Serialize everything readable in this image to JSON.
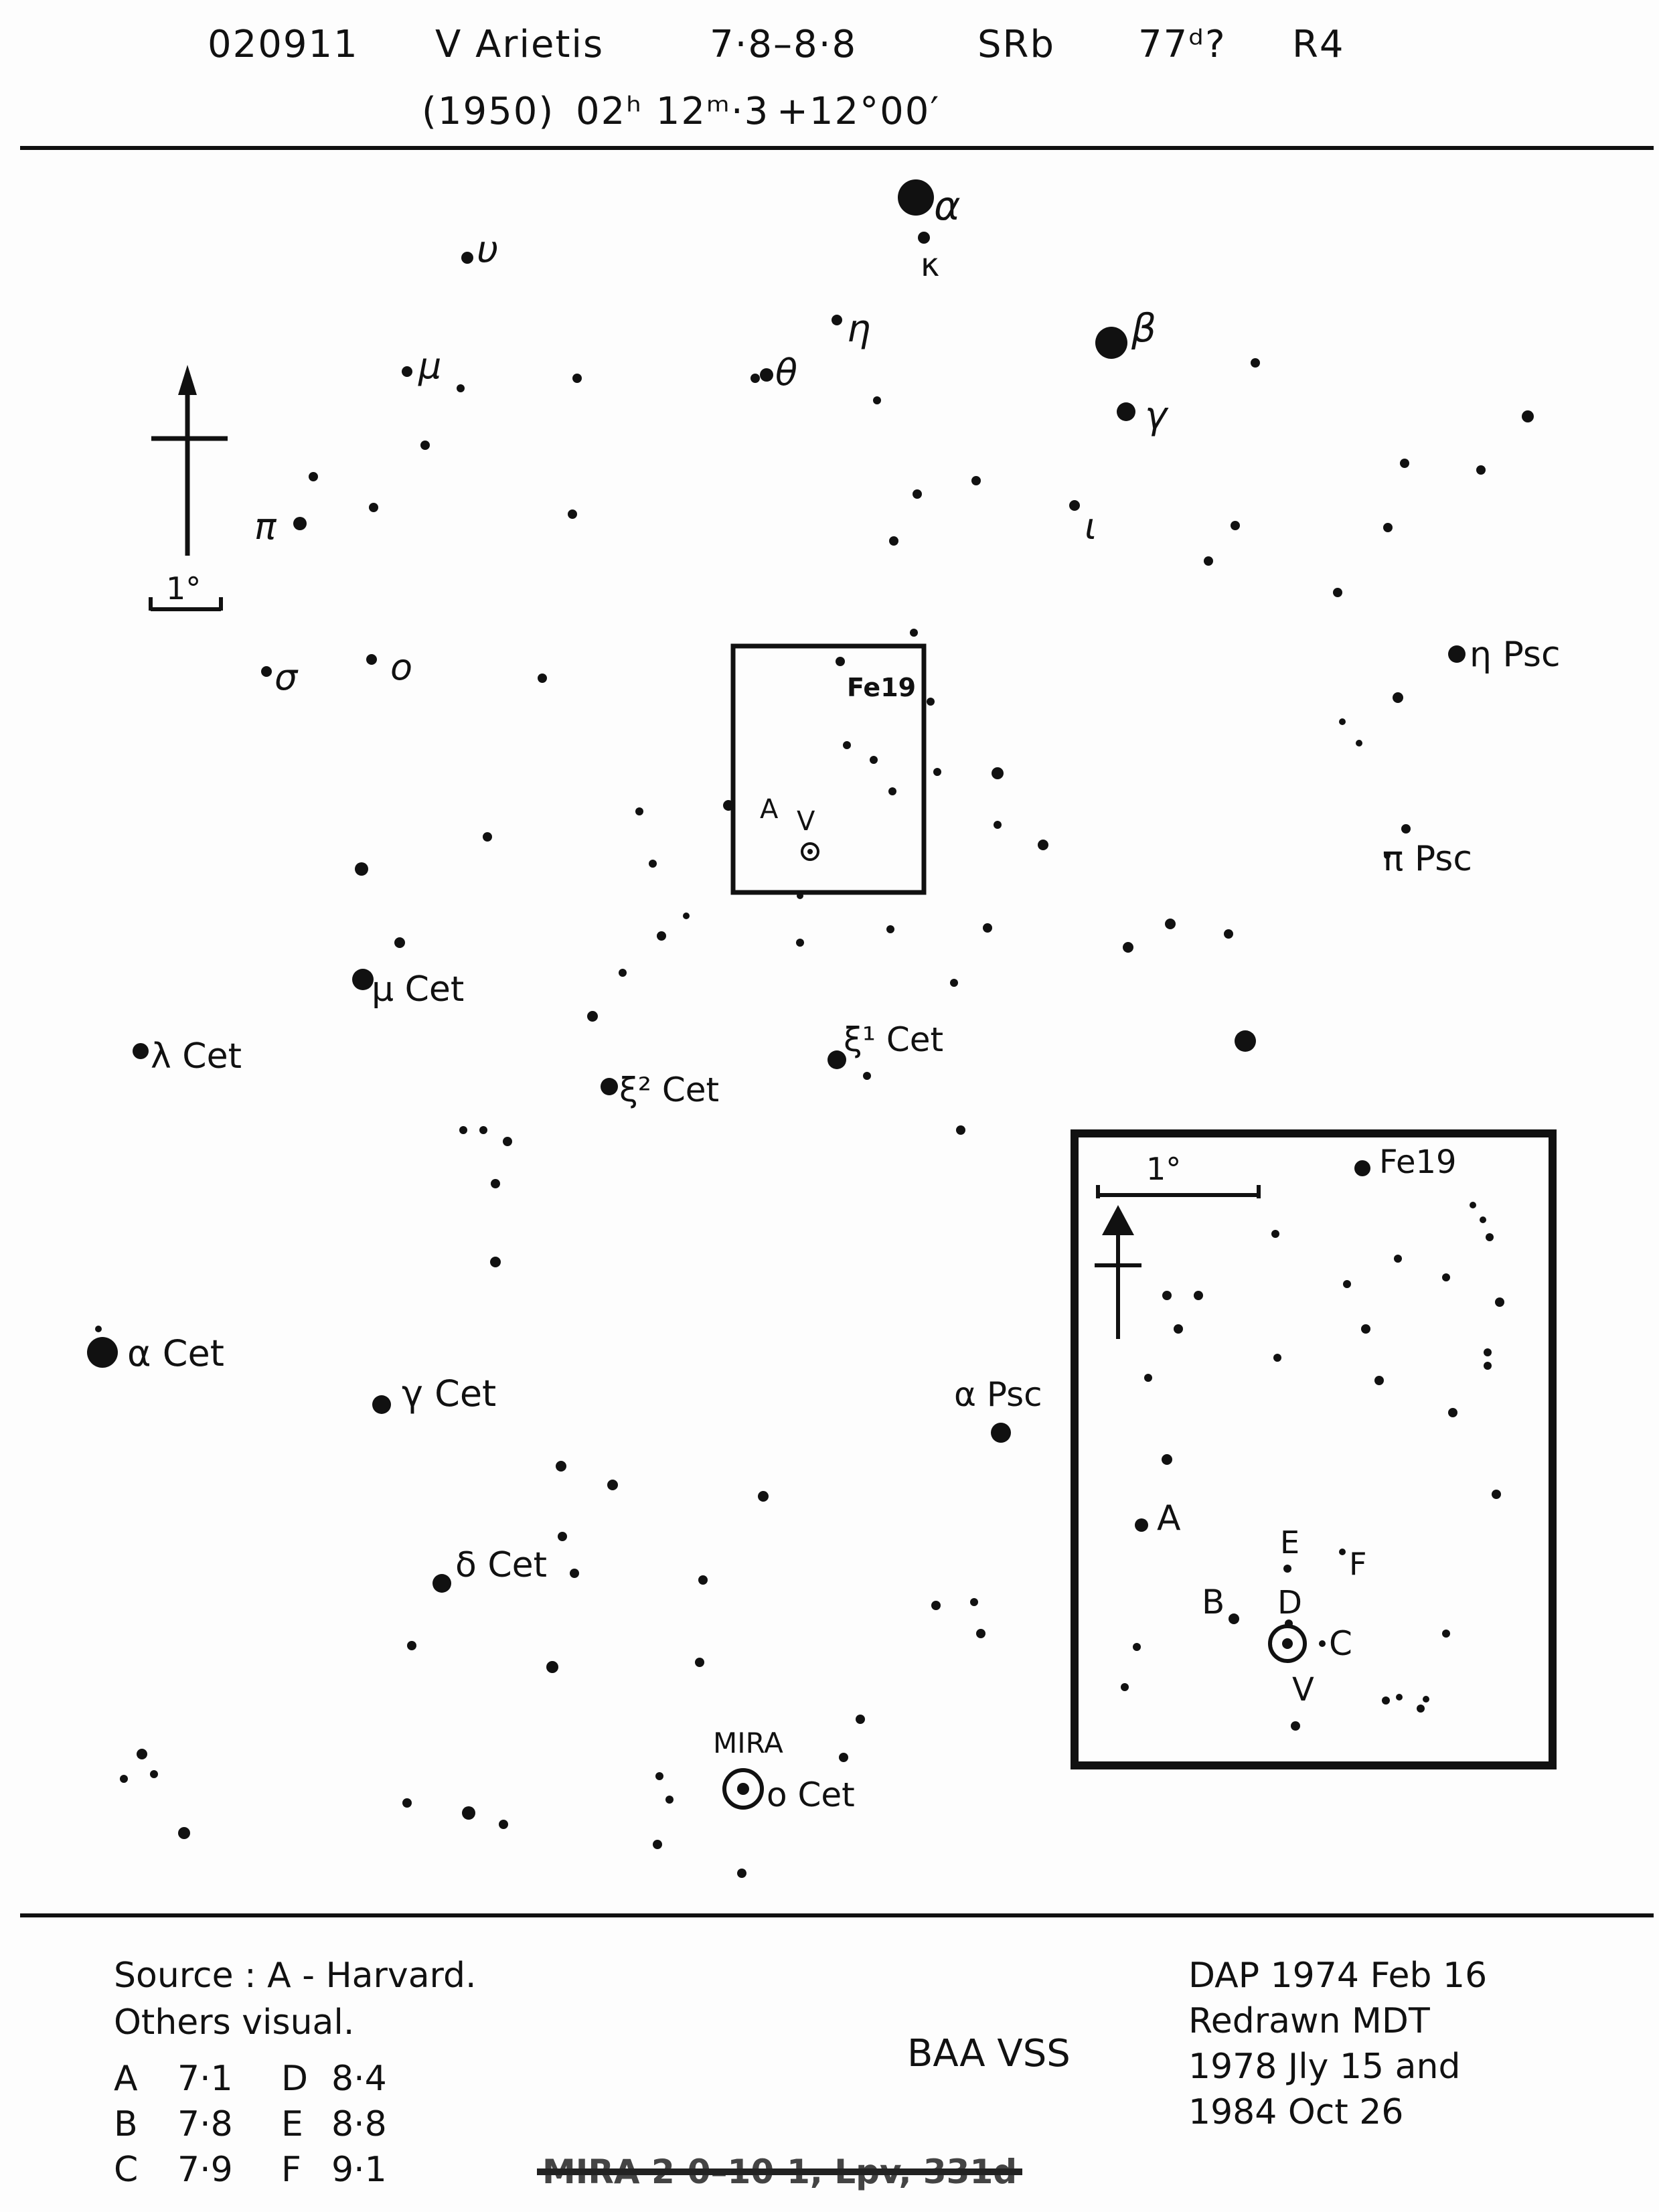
{
  "header": {
    "designation": "020911",
    "star_name": "V Arietis",
    "range": "7·8–8·8",
    "type": "SRb",
    "period": "77ᵈ?",
    "chart_code": "R4",
    "epoch": "(1950)",
    "ra": "02ʰ 12ᵐ·3",
    "dec": "+12°00′"
  },
  "main_chart": {
    "scale_label": "1°",
    "labels": {
      "alpha": "α",
      "kappa": "κ",
      "upsilon": "υ",
      "eta": "η",
      "beta": "β",
      "mu": "μ",
      "theta": "θ",
      "gamma": "γ",
      "iota": "ι",
      "pi": "π",
      "sigma": "σ",
      "omicron": "ο",
      "eta_psc": "η Psc",
      "pi_psc": "π Psc",
      "fe19_small": "Fe19",
      "a_small": "A",
      "v_small": "V",
      "mu_cet": "μ Cet",
      "lambda_cet": "λ Cet",
      "xi1_cet": "ξ¹ Cet",
      "xi2_cet": "ξ² Cet",
      "alpha_cet": "α Cet",
      "gamma_cet": "γ Cet",
      "alpha_psc": "α Psc",
      "delta_cet": "δ Cet",
      "mira": "MIRA",
      "o_cet": "ο Cet"
    }
  },
  "inset": {
    "scale_label": "1°",
    "labels": {
      "fe19": "Fe19",
      "A": "A",
      "B": "B",
      "C": "C",
      "D": "D",
      "E": "E",
      "F": "F",
      "V": "V"
    }
  },
  "footer": {
    "source_line1": "Source : A - Harvard.",
    "source_line2": "Others visual.",
    "sequence": [
      {
        "left": "A",
        "left_mag": "7·1",
        "right": "D",
        "right_mag": "8·4"
      },
      {
        "left": "B",
        "left_mag": "7·8",
        "right": "E",
        "right_mag": "8·8"
      },
      {
        "left": "C",
        "left_mag": "7·9",
        "right": "F",
        "right_mag": "9·1"
      }
    ],
    "org": "BAA VSS",
    "credit_line1": "DAP 1974 Feb 16",
    "credit_line2": "Redrawn MDT",
    "credit_line3": "1978 Jly 15 and",
    "credit_line4": "1984 Oct 26",
    "mira_note": "MIRA 2·0–10·1, Lpv, 331d"
  }
}
